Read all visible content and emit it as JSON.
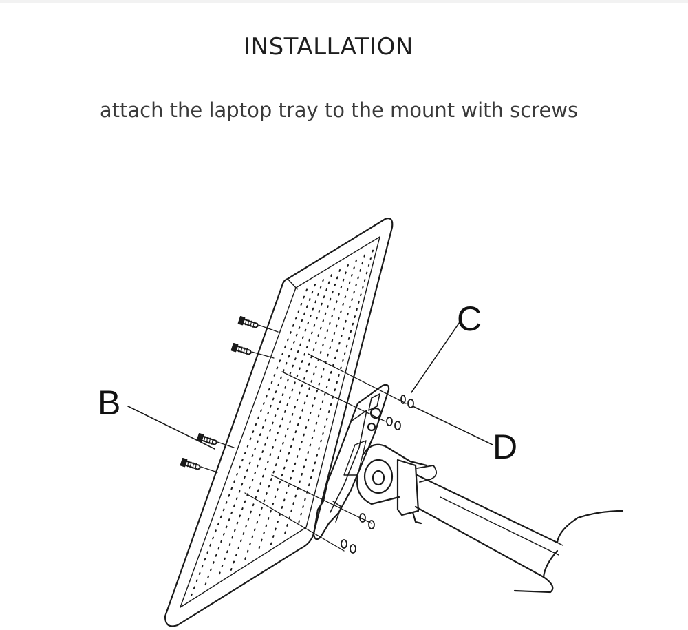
{
  "header": {
    "title": "INSTALLATION",
    "subtitle": "attach the laptop tray to the mount with screws"
  },
  "diagram": {
    "callouts": {
      "b": "B",
      "c": "C",
      "d": "D"
    }
  }
}
